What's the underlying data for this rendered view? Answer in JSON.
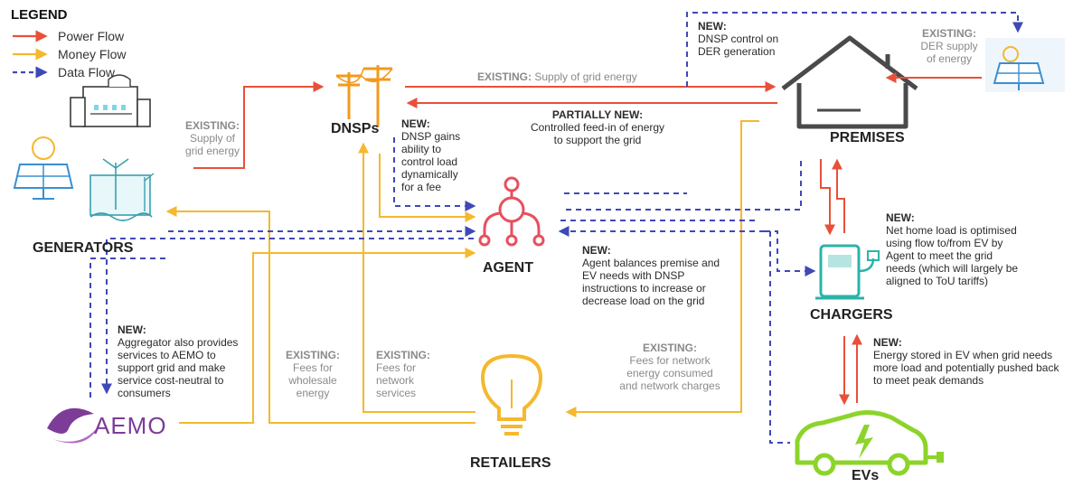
{
  "legend": {
    "title": "LEGEND",
    "items": [
      {
        "label": "Power Flow",
        "color": "#e8503a",
        "style": "solid"
      },
      {
        "label": "Money Flow",
        "color": "#f5b82e",
        "style": "solid"
      },
      {
        "label": "Data Flow",
        "color": "#3f48b8",
        "style": "dashed"
      }
    ]
  },
  "nodes": {
    "generators": "GENERATORS",
    "dnsps": "DNSPs",
    "premises": "PREMISES",
    "agent": "AGENT",
    "chargers": "CHARGERS",
    "evs": "EVs",
    "retailers": "RETAILERS",
    "aemo": "AEMO"
  },
  "annotations": {
    "gen_dnsp": {
      "tag": "EXISTING:",
      "lines": [
        "Supply of",
        "grid energy"
      ]
    },
    "dnsp_premises": {
      "tag": "EXISTING:",
      "text": " Supply of grid energy"
    },
    "premises_dnsp": {
      "tag": "PARTIALLY NEW:",
      "lines": [
        "Controlled feed-in of energy",
        "to support the grid"
      ]
    },
    "dnsp_control": {
      "tag": "NEW:",
      "lines": [
        "DNSP gains",
        "ability to",
        "control load",
        "dynamically",
        "for a fee"
      ]
    },
    "der_control": {
      "tag": "NEW:",
      "lines": [
        "DNSP control on",
        "DER generation"
      ]
    },
    "der_supply": {
      "tag": "EXISTING:",
      "lines": [
        "DER supply",
        "of energy"
      ]
    },
    "net_home": {
      "tag": "NEW:",
      "lines": [
        "Net home load is optimised",
        "using flow to/from EV by",
        "Agent to meet the grid",
        "needs (which will largely be",
        "aligned to ToU tariffs)"
      ]
    },
    "agent_balance": {
      "tag": "NEW:",
      "lines": [
        "Agent balances premise and",
        "EV needs with DNSP",
        "instructions to increase or",
        "decrease load on the grid"
      ]
    },
    "ev_store": {
      "tag": "NEW:",
      "lines": [
        "Energy stored in EV when grid needs",
        "more load and potentially pushed back",
        "to meet peak demands"
      ]
    },
    "aggregator": {
      "tag": "NEW:",
      "lines": [
        "Aggregator also provides",
        "services to AEMO to",
        "support grid and make",
        "service cost-neutral to",
        "consumers"
      ]
    },
    "fees_wholesale": {
      "tag": "EXISTING:",
      "lines": [
        "Fees for",
        "wholesale",
        "energy"
      ]
    },
    "fees_network": {
      "tag": "EXISTING:",
      "lines": [
        "Fees for",
        "network",
        "services"
      ]
    },
    "fees_consumed": {
      "tag": "EXISTING:",
      "lines": [
        "Fees for network",
        "energy consumed",
        "and network charges"
      ]
    }
  }
}
